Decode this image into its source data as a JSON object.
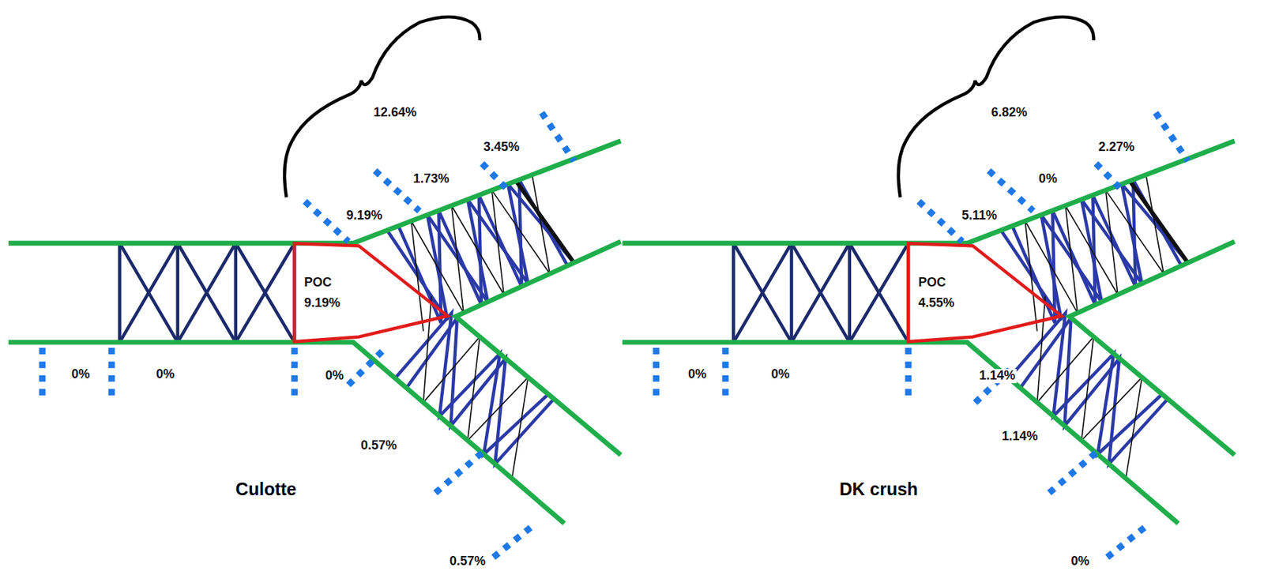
{
  "diagram": {
    "nodes": [
      {
        "text": [
          "POC",
          "9.19%"
        ]
      },
      {
        "text": [
          "POC",
          "4.55%"
        ]
      }
    ],
    "labels": [
      "12.64%",
      "3.45%",
      "1.73%",
      "9.19%",
      "0%",
      "0%",
      "0%",
      "0.57%",
      "0.57%",
      "Culotte",
      "6.82%",
      "2.27%",
      "0%",
      "5.11%",
      "0%",
      "0%",
      "1.14%",
      "1.14%",
      "0%",
      "DK crush"
    ]
  }
}
